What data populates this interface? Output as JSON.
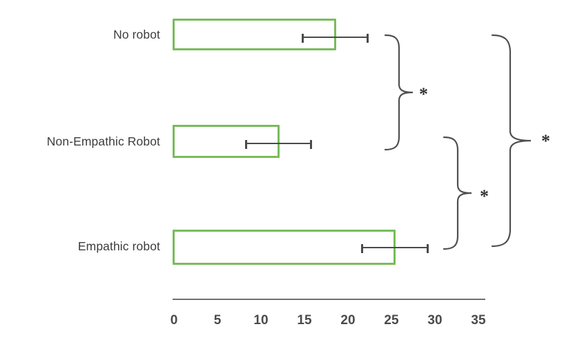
{
  "chart_data": {
    "type": "bar",
    "orientation": "horizontal",
    "title": "",
    "xlabel": "",
    "ylabel": "",
    "categories": [
      "No robot",
      "Non-Empathic Robot",
      "Empathic robot"
    ],
    "values": [
      18.7,
      12.2,
      25.5
    ],
    "errors_low": [
      14.8,
      8.3,
      21.6
    ],
    "errors_high": [
      22.4,
      15.8,
      29.3
    ],
    "error_margin": [
      3.8,
      3.8,
      3.8
    ],
    "xlim": [
      0,
      35
    ],
    "xticks": [
      0,
      5,
      10,
      15,
      20,
      25,
      30,
      35
    ],
    "xtick_labels": [
      "0",
      "5",
      "10",
      "15",
      "20",
      "25",
      "30",
      "35"
    ],
    "grid": false,
    "legend": null,
    "bar_style": {
      "fill": "#ffffff",
      "edge_color": "#78bc5a",
      "edge_width": 3
    },
    "error_bar_color": "#4a4a4a",
    "axis_color": "#6f6f6f",
    "annotations": [
      {
        "id": "bracket-no-robot-vs-non-empathic",
        "type": "significance-bracket",
        "label": "*",
        "connects": [
          "No robot",
          "Non-Empathic Robot"
        ]
      },
      {
        "id": "bracket-non-empathic-vs-empathic",
        "type": "significance-bracket",
        "label": "*",
        "connects": [
          "Non-Empathic Robot",
          "Empathic robot"
        ]
      },
      {
        "id": "bracket-no-robot-vs-empathic",
        "type": "significance-bracket",
        "label": "*",
        "connects": [
          "No robot",
          "Empathic robot"
        ]
      }
    ]
  },
  "axis": {
    "ticks": [
      {
        "label": "0"
      },
      {
        "label": "5"
      },
      {
        "label": "10"
      },
      {
        "label": "15"
      },
      {
        "label": "20"
      },
      {
        "label": "25"
      },
      {
        "label": "30"
      },
      {
        "label": "35"
      }
    ]
  },
  "bars": [
    {
      "label": "No robot",
      "value": 18.7,
      "err_low": 14.8,
      "err_high": 22.4
    },
    {
      "label": "Non-Empathic Robot",
      "value": 12.2,
      "err_low": 8.3,
      "err_high": 15.8
    },
    {
      "label": "Empathic robot",
      "value": 25.5,
      "err_low": 21.6,
      "err_high": 29.3
    }
  ],
  "significance": {
    "star_top": "*",
    "star_middle": "*",
    "star_outer": "*"
  },
  "colors": {
    "bar_edge": "#78bc5a",
    "error_bar": "#4a4a4a",
    "axis": "#6f6f6f",
    "text": "#3d3d3d"
  }
}
